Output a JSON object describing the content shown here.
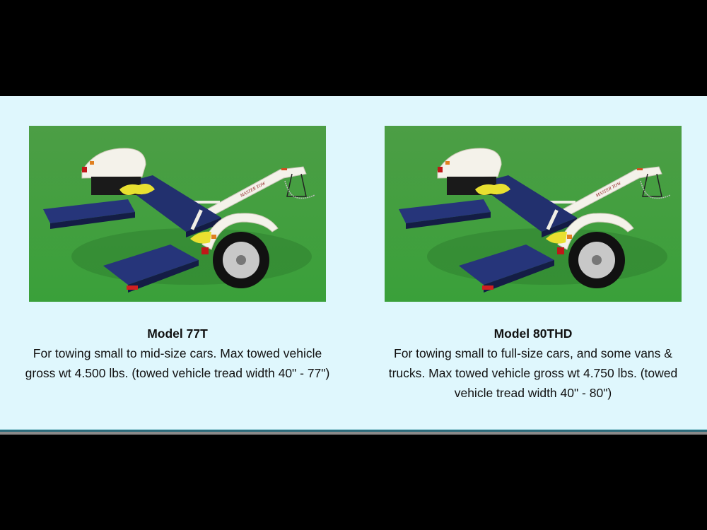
{
  "products": [
    {
      "image_alt": "Master Tow tow dolly on green turf",
      "image_icon": "tow-dolly-photo",
      "brand_text_on_image": "MASTER TOW",
      "title": "Model 77T",
      "description": "For towing small to mid-size cars. Max towed vehicle gross wt 4.500 lbs. (towed vehicle tread width 40\" - 77\")"
    },
    {
      "image_alt": "Master Tow tow dolly on green turf",
      "image_icon": "tow-dolly-photo",
      "brand_text_on_image": "MASTER TOW",
      "title": "Model 80THD",
      "description": "For towing small to full-size cars, and some vans & trucks. Max towed vehicle gross wt 4.750 lbs. (towed vehicle tread width 40\" - 80\")"
    }
  ],
  "colors": {
    "background": "#000000",
    "band": "#dff7fd",
    "divider_teal": "#2c6a7a",
    "divider_gray": "#8a8a8a",
    "turf_green": "#3c9a3a",
    "dolly_blue": "#1f2f6e",
    "fender_white": "#f2f0e8",
    "strap_yellow": "#f0e020"
  }
}
